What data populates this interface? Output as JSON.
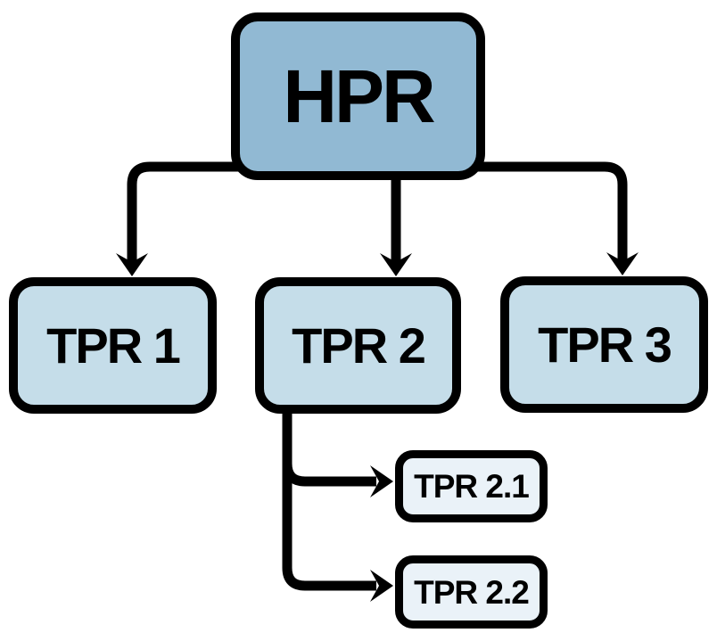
{
  "diagram": {
    "type": "hierarchy",
    "background_color": "#ffffff",
    "connector_color": "#000000",
    "text_color": "#000000",
    "nodes": {
      "hpr": {
        "label": "HPR",
        "level": 1,
        "fill": "#91b9d3"
      },
      "tpr1": {
        "label": "TPR 1",
        "level": 2,
        "fill": "#c5dde9"
      },
      "tpr2": {
        "label": "TPR 2",
        "level": 2,
        "fill": "#c5dde9"
      },
      "tpr3": {
        "label": "TPR 3",
        "level": 2,
        "fill": "#c5dde9"
      },
      "tpr21": {
        "label": "TPR 2.1",
        "level": 3,
        "fill": "#eaf2f8"
      },
      "tpr22": {
        "label": "TPR 2.2",
        "level": 3,
        "fill": "#eaf2f8"
      }
    },
    "edges": [
      {
        "from": "HPR",
        "to": "TPR 1"
      },
      {
        "from": "HPR",
        "to": "TPR 2"
      },
      {
        "from": "HPR",
        "to": "TPR 3"
      },
      {
        "from": "TPR 2",
        "to": "TPR 2.1"
      },
      {
        "from": "TPR 2",
        "to": "TPR 2.2"
      }
    ]
  }
}
